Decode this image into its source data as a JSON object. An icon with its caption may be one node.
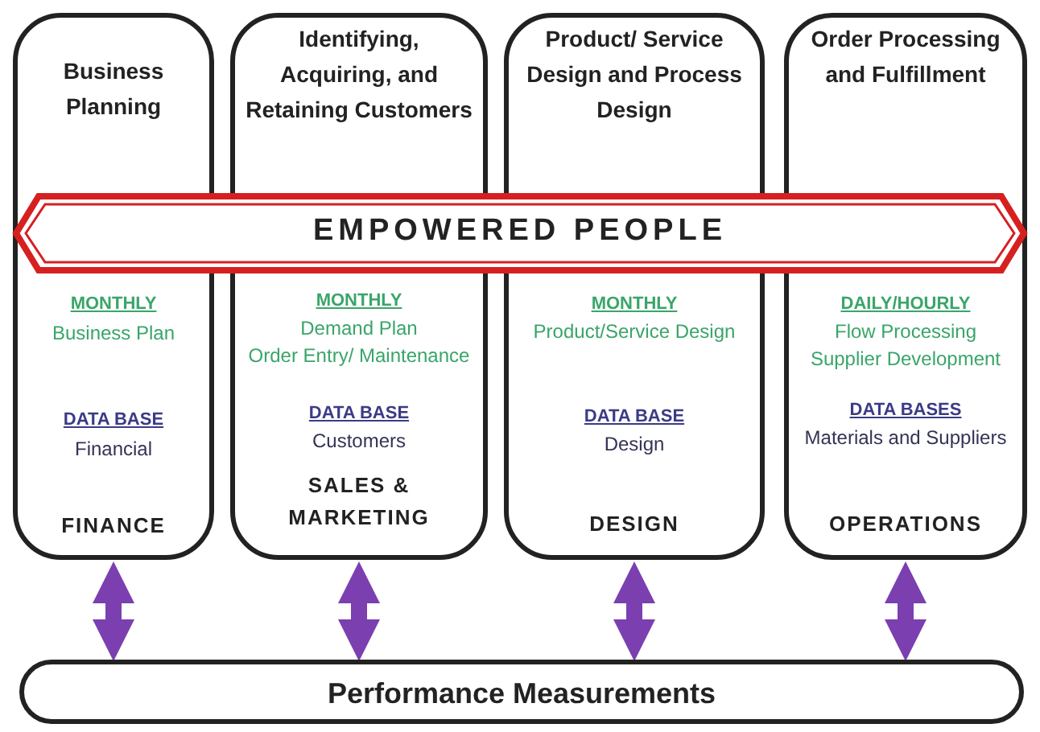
{
  "diagram": {
    "nodes": [
      {
        "text": [
          "Business Planning",
          "MONTHLY",
          "Business Plan",
          "DATA BASE",
          "Financial",
          "FINANCE"
        ]
      },
      {
        "text": [
          "Identifying, Acquiring, and Retaining Customers",
          "MONTHLY",
          "Demand Plan",
          "Order Entry/ Maintenance",
          "DATA BASE",
          "Customers",
          "SALES & MARKETING"
        ]
      },
      {
        "text": [
          "Product/ Service Design and Process Design",
          "MONTHLY",
          "Product/Service Design",
          "DATA BASE",
          "Design",
          "DESIGN"
        ]
      },
      {
        "text": [
          "Order Processing and Fulfillment",
          "DAILY/HOURLY",
          "Flow Processing",
          "Supplier Development",
          "DATA BASES",
          "Materials and Suppliers",
          "OPERATIONS"
        ]
      },
      {
        "text": [
          "EMPOWERED PEOPLE"
        ]
      },
      {
        "text": [
          "Performance Measurements"
        ]
      }
    ],
    "edges": [
      {
        "from": 0,
        "to": 5,
        "arrow": "both"
      },
      {
        "from": 1,
        "to": 5,
        "arrow": "both"
      },
      {
        "from": 2,
        "to": 5,
        "arrow": "both"
      },
      {
        "from": 3,
        "to": 5,
        "arrow": "both"
      }
    ]
  }
}
